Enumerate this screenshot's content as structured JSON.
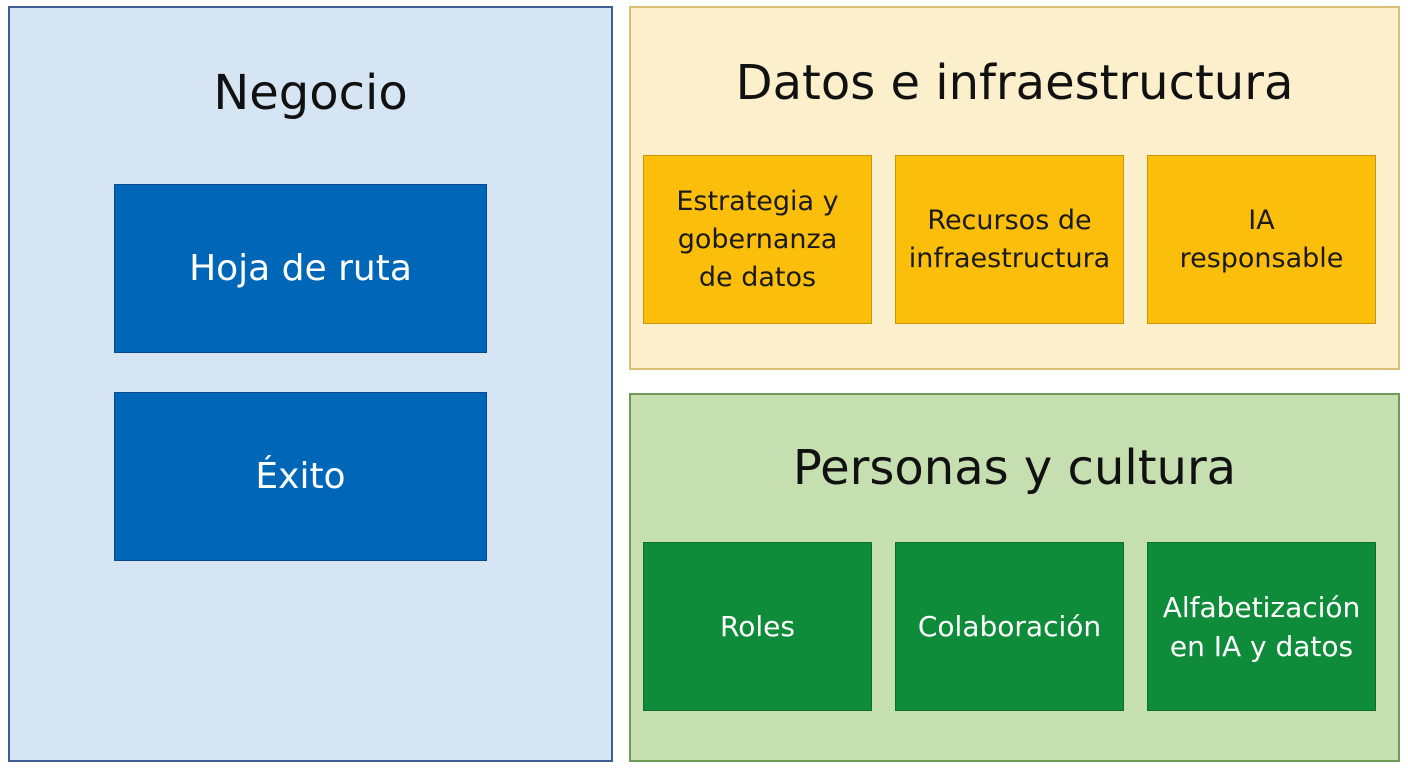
{
  "business": {
    "title": "Negocio",
    "boxes": [
      {
        "label": "Hoja de ruta"
      },
      {
        "label": "Éxito"
      }
    ]
  },
  "data_infrastructure": {
    "title": "Datos e infraestructura",
    "boxes": [
      {
        "label": "Estrategia y\ngobernanza\nde datos"
      },
      {
        "label": "Recursos de\ninfraestructura"
      },
      {
        "label": "IA\nresponsable"
      }
    ]
  },
  "people_culture": {
    "title": "Personas y cultura",
    "boxes": [
      {
        "label": "Roles"
      },
      {
        "label": "Colaboración"
      },
      {
        "label": "Alfabetización\nen IA y datos"
      }
    ]
  },
  "colors": {
    "business_panel": "#d6e5f4",
    "business_box": "#0067b8",
    "data_panel": "#fcefcb",
    "data_box": "#fbbf0b",
    "people_panel": "#c5dfb1",
    "people_box": "#0f8c3a"
  }
}
